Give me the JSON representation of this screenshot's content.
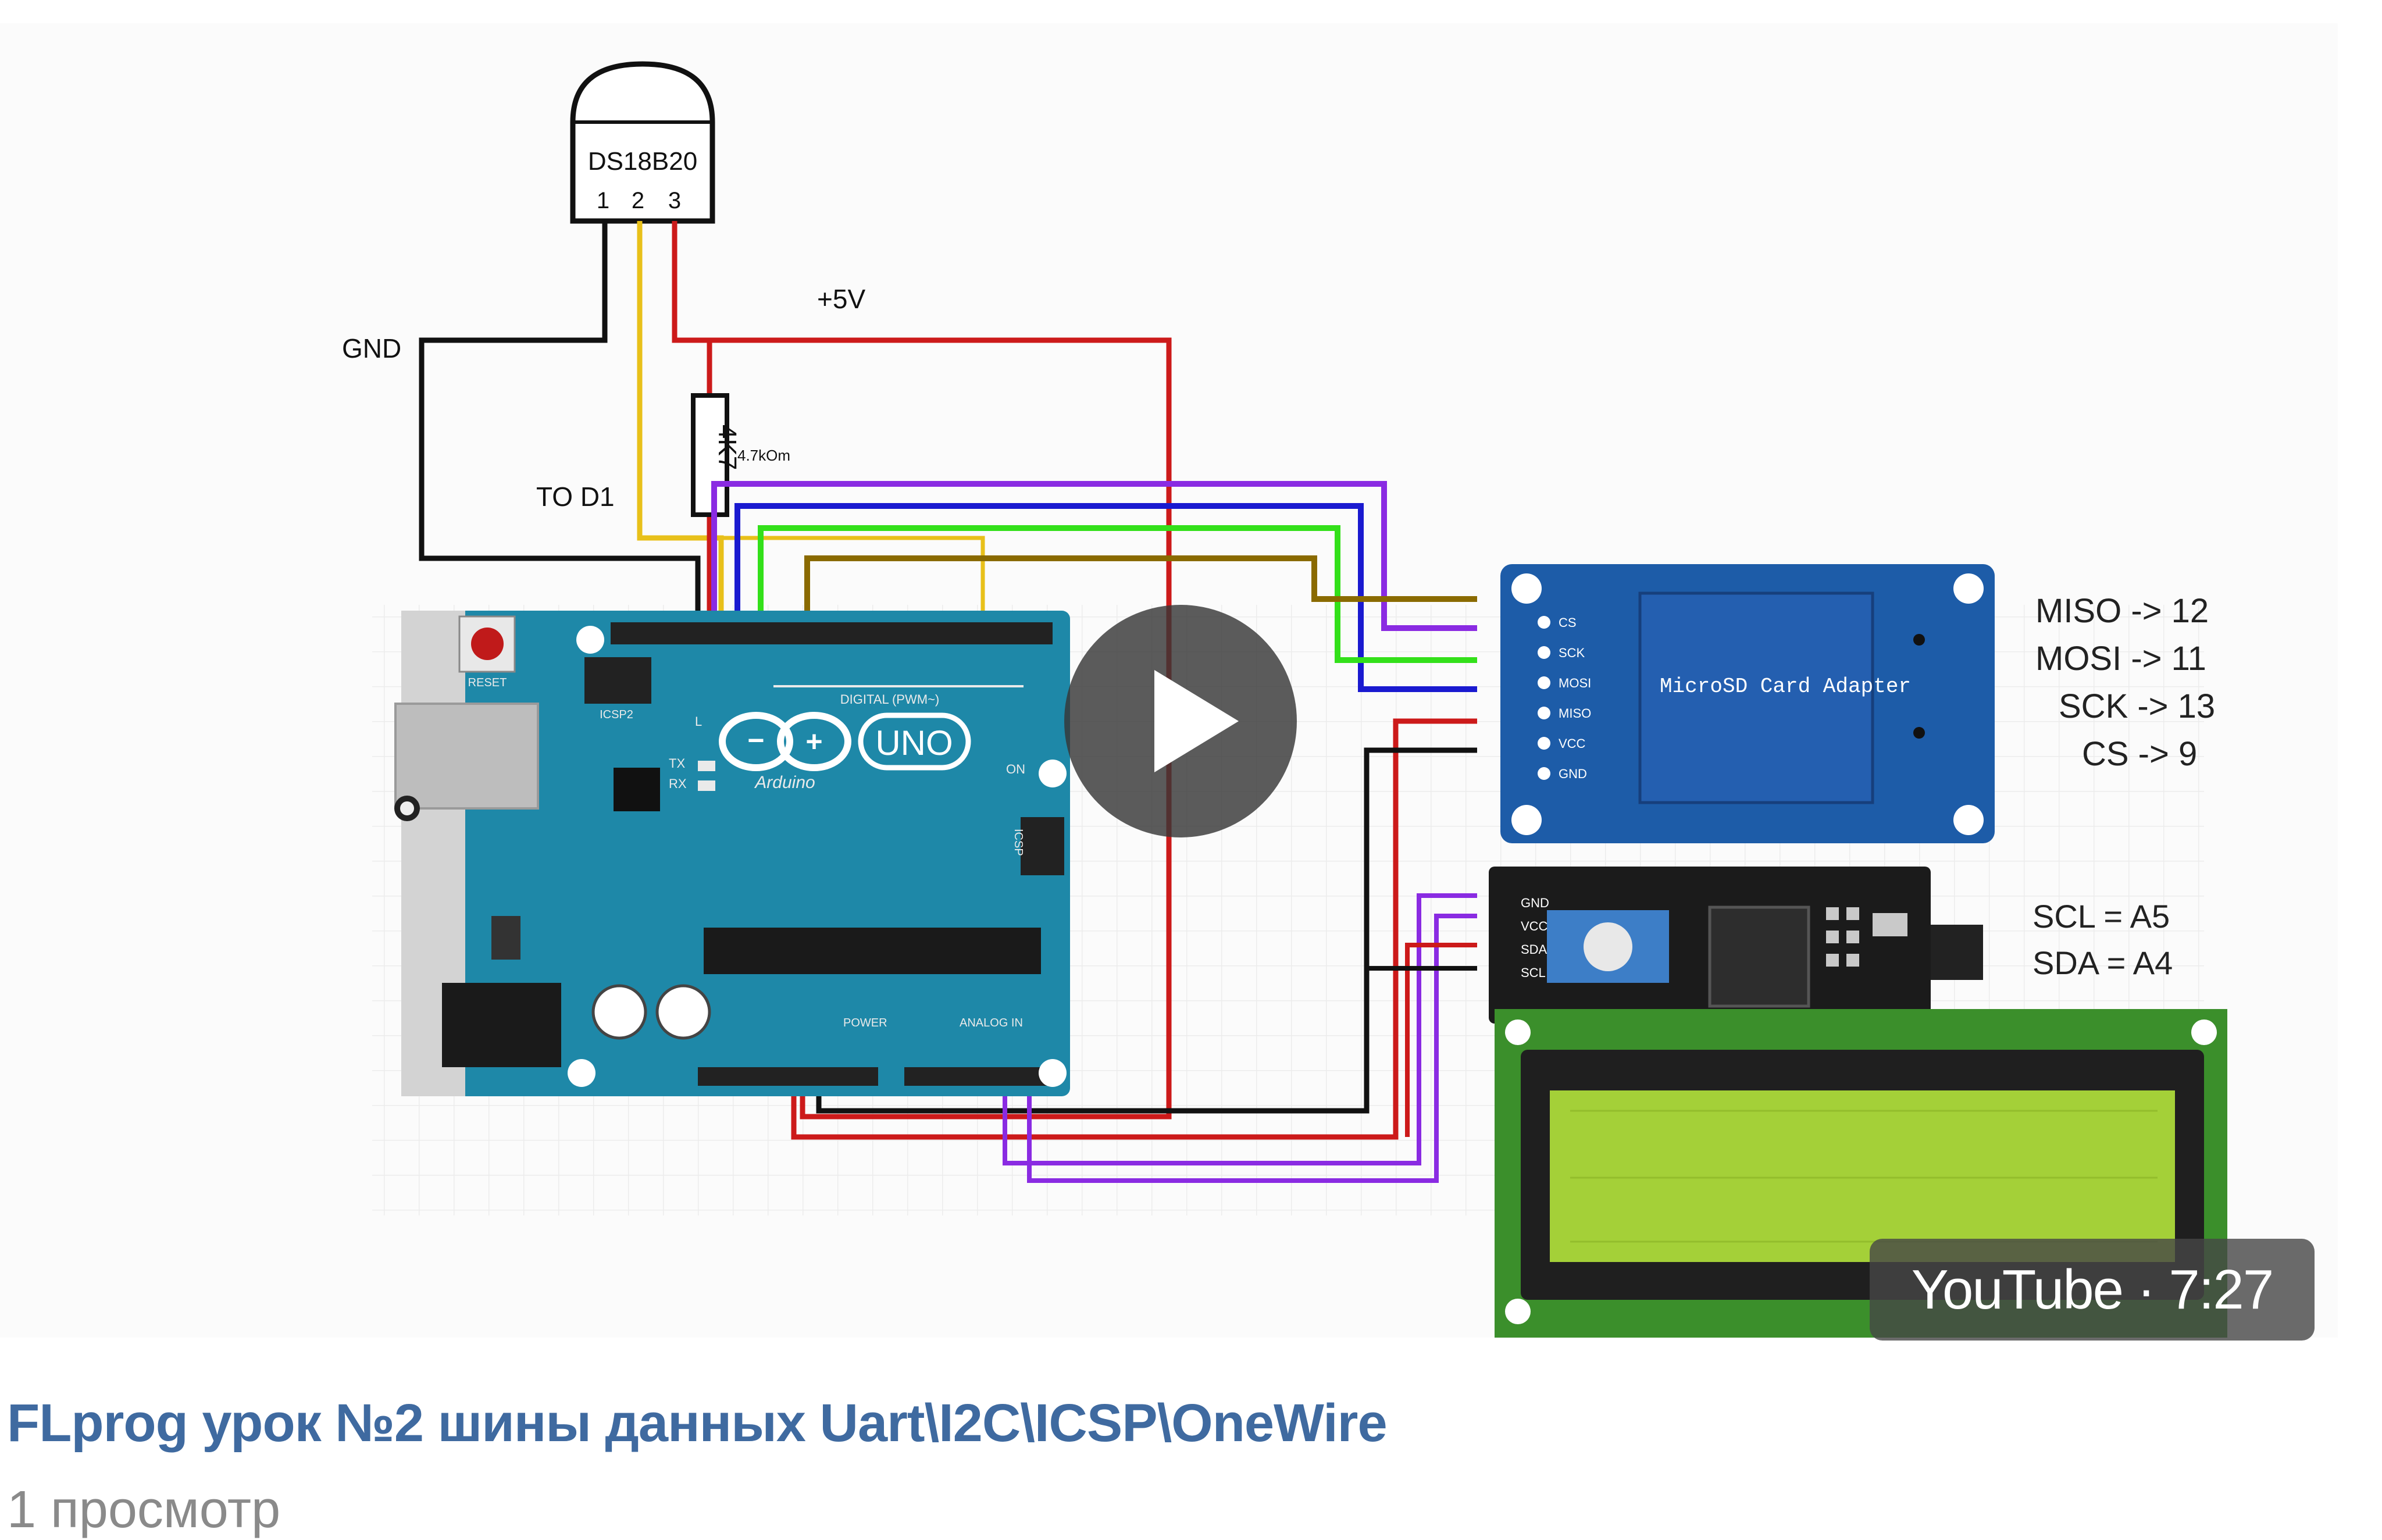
{
  "video": {
    "title": "FLprog урок №2 шины данных Uart\\I2C\\ICSP\\OneWire",
    "views": "1 просмотр",
    "badge": "YouTube · 7:27"
  },
  "diagram": {
    "sensor_label": "DS18B20",
    "sensor_pins": [
      "1",
      "2",
      "3"
    ],
    "resistor_label": "4K7",
    "resistor_value": "4.7kOm",
    "gnd_label": "GND",
    "vcc_label": "+5V",
    "to_d1_label": "TO D1",
    "sd_module_title": "MicroSD Card Adapter",
    "sd_pins": [
      "CS",
      "SCK",
      "MOSI",
      "MISO",
      "VCC",
      "GND"
    ],
    "sd_notes": [
      "MISO -> 12",
      "MOSI -> 11",
      "SCK -> 13",
      "CS -> 9"
    ],
    "i2c_pins": [
      "GND",
      "VCC",
      "SDA",
      "SCL"
    ],
    "i2c_notes": [
      "SCL = A5",
      "SDA = A4"
    ],
    "board_logo": "UNO",
    "board_brand": "Arduino",
    "board_reset": "RESET",
    "board_digital": "DIGITAL (PWM~)",
    "board_power": "POWER",
    "board_analog": "ANALOG IN",
    "board_icsp": "ICSP",
    "board_icsp2": "ICSP2",
    "board_on": "ON",
    "board_l": "L",
    "board_tx": "TX",
    "board_rx": "RX"
  }
}
